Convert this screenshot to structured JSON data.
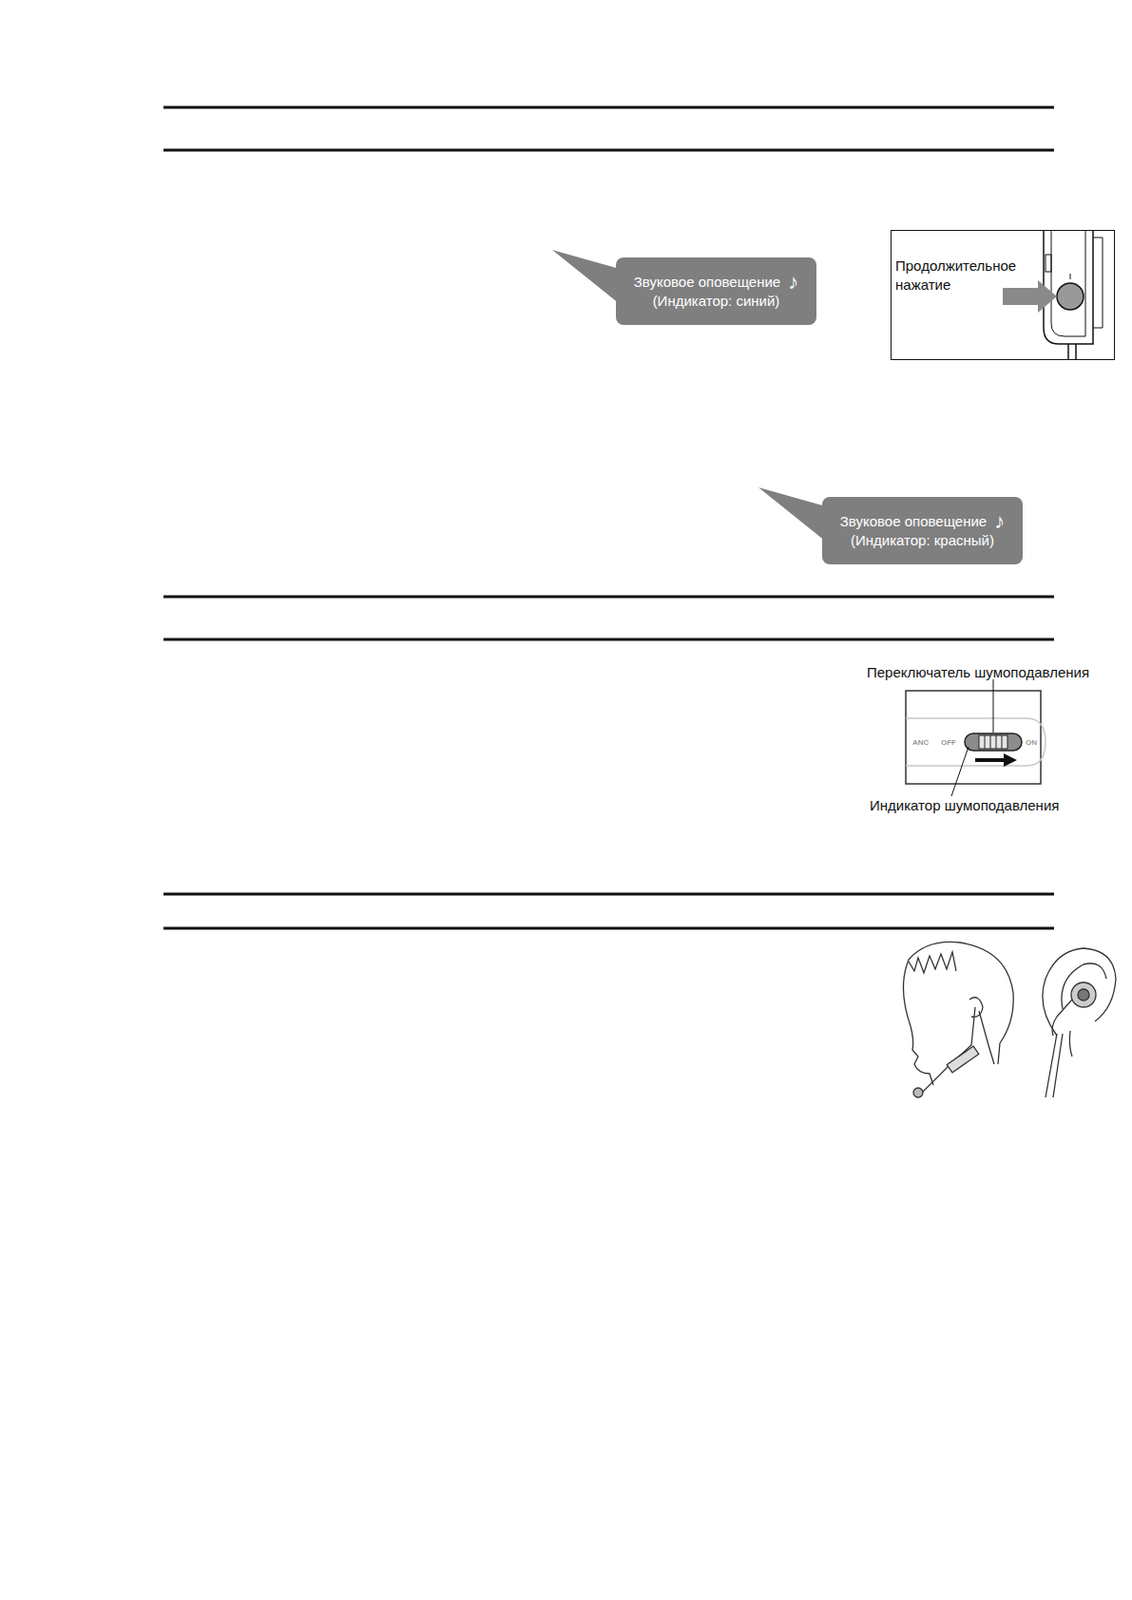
{
  "diagram": {
    "nodes": [
      {
        "text": [
          "Звуковое оповещение",
          "♪",
          "(Индикатор: синий)"
        ]
      },
      {
        "text": [
          "Продолжительное нажатие"
        ]
      },
      {
        "text": [
          "Звуковое оповещение",
          "♪",
          "(Индикатор: красный)"
        ]
      }
    ],
    "labels": [
      "Переключатель шумоподавления",
      "ANC",
      "OFF",
      "ON",
      "Индикатор шумоподавления"
    ]
  }
}
